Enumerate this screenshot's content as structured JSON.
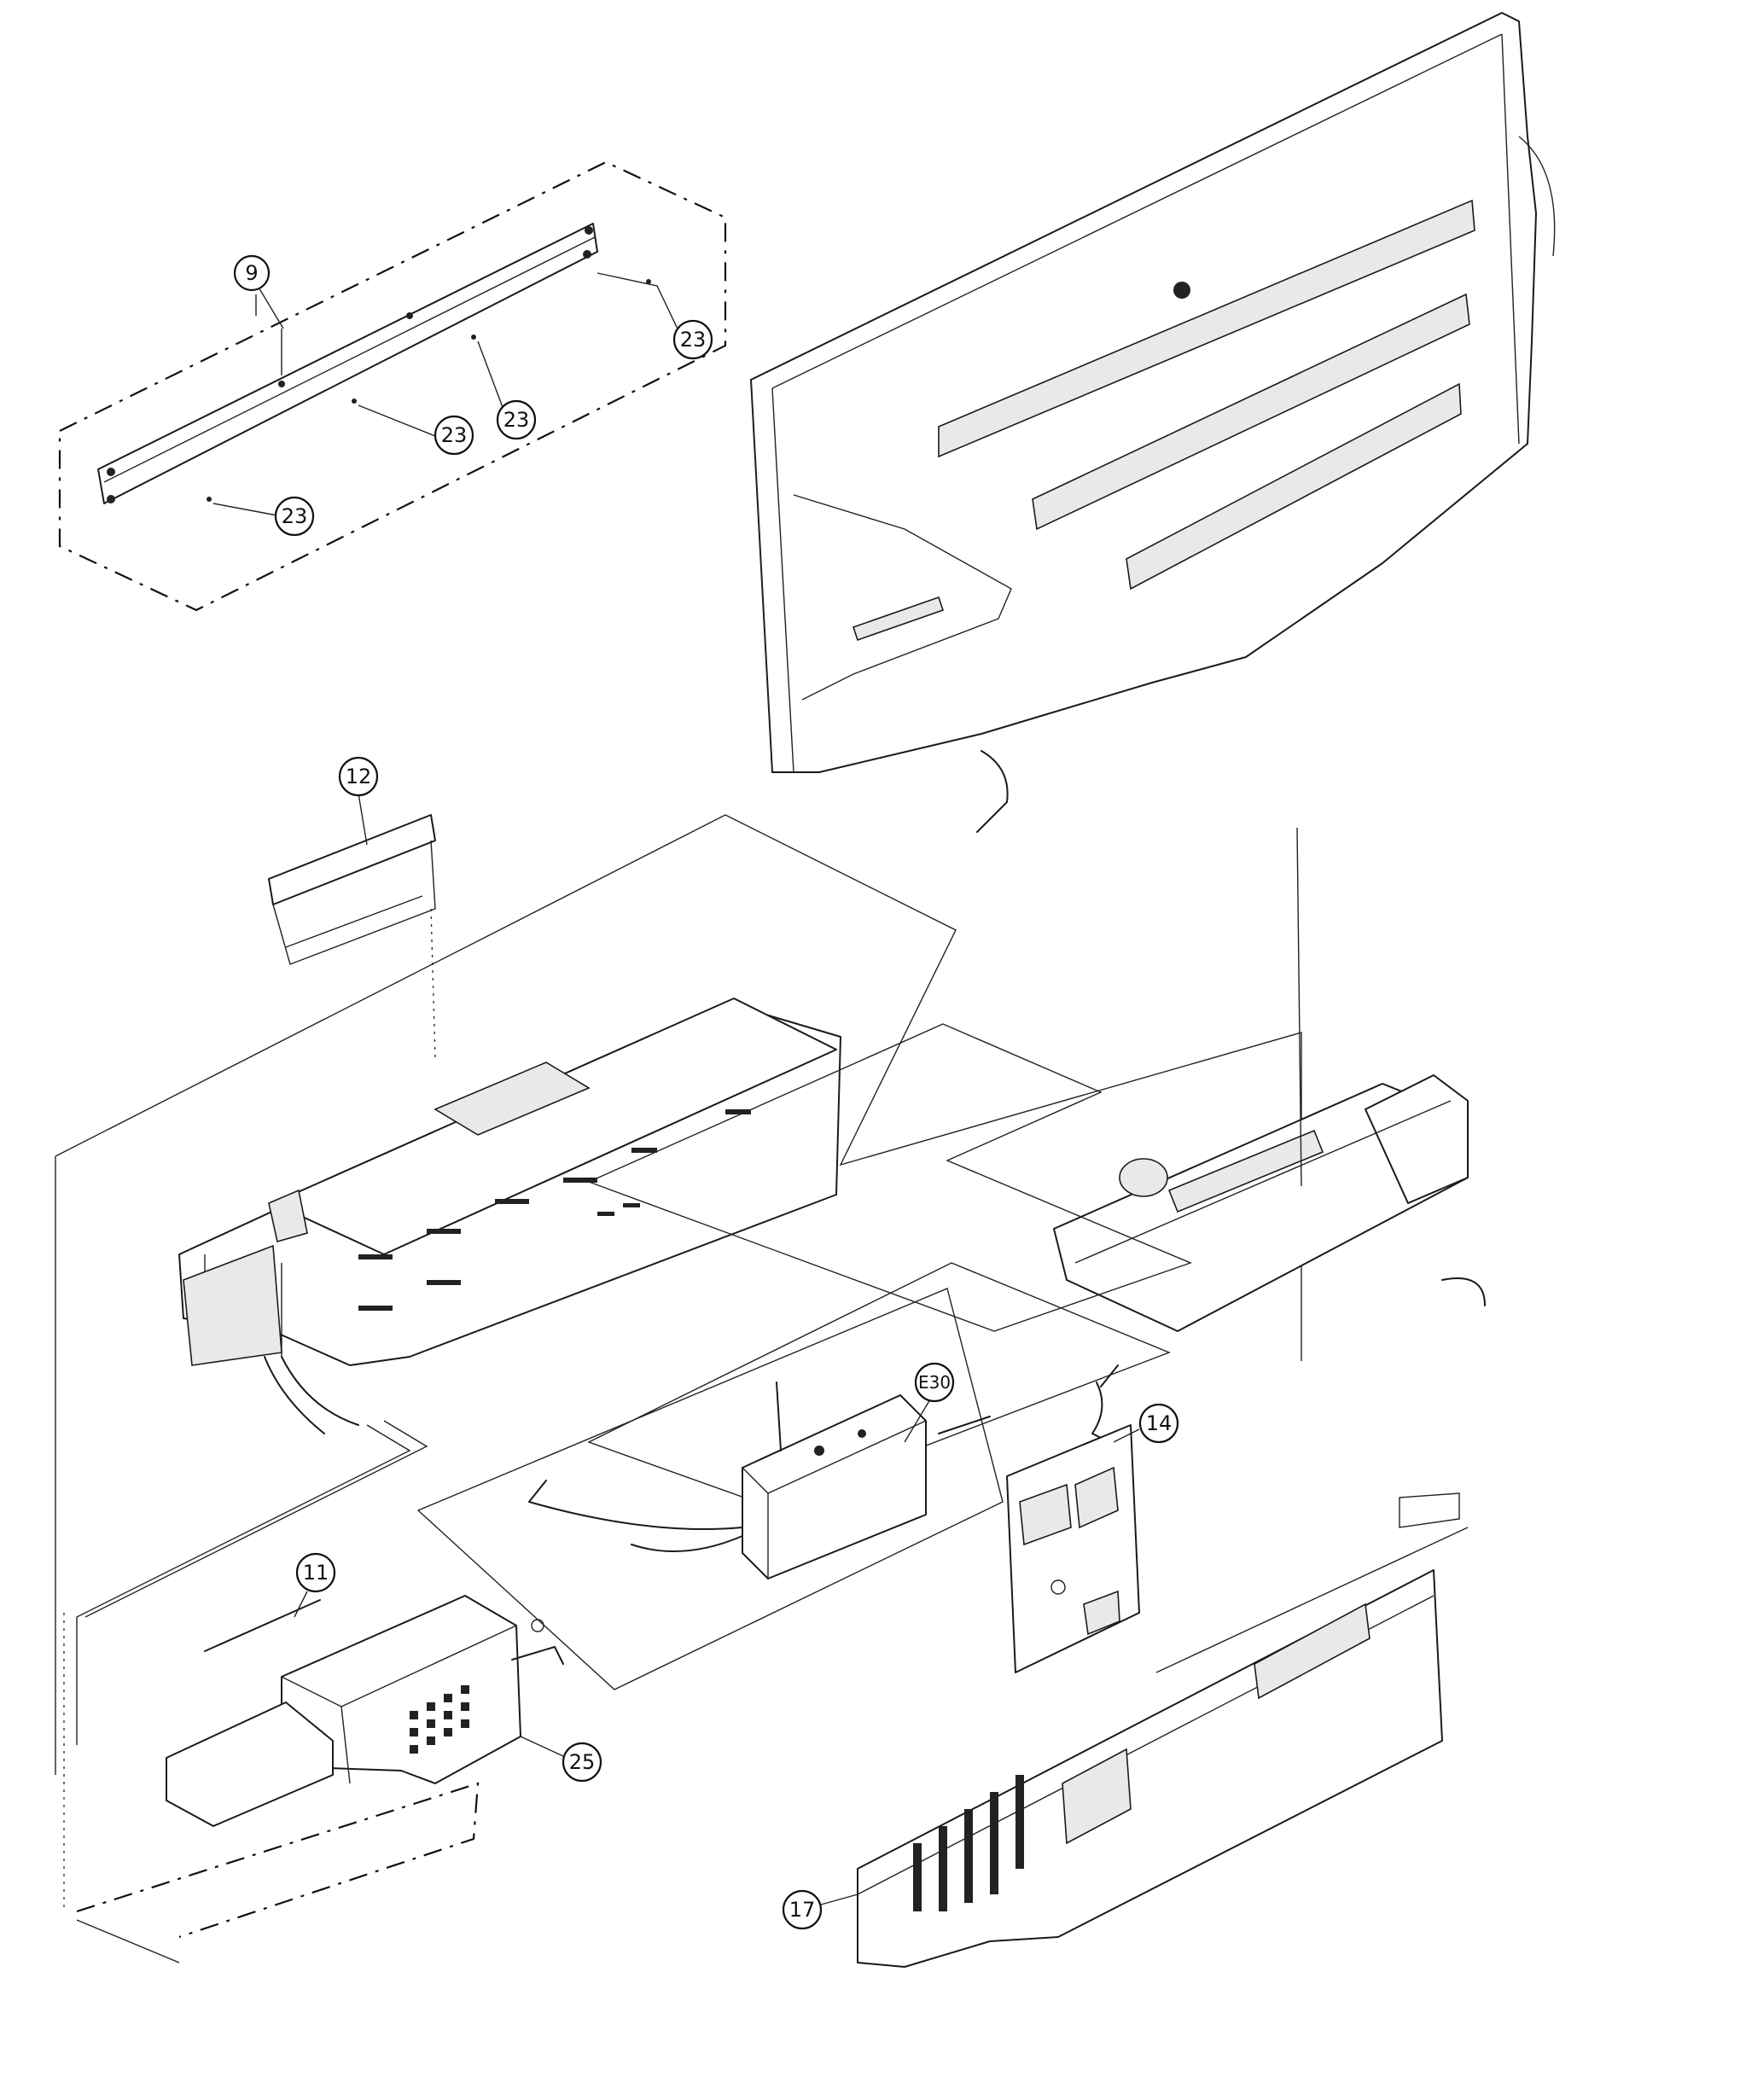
{
  "callouts": [
    {
      "id": "c9",
      "label": "9"
    },
    {
      "id": "c23a",
      "label": "23"
    },
    {
      "id": "c23b",
      "label": "23"
    },
    {
      "id": "c23c",
      "label": "23"
    },
    {
      "id": "c23d",
      "label": "23"
    },
    {
      "id": "c12",
      "label": "12"
    },
    {
      "id": "cE30",
      "label": "E30"
    },
    {
      "id": "c14",
      "label": "14"
    },
    {
      "id": "c11",
      "label": "11"
    },
    {
      "id": "c25",
      "label": "25"
    },
    {
      "id": "c17",
      "label": "17"
    }
  ]
}
